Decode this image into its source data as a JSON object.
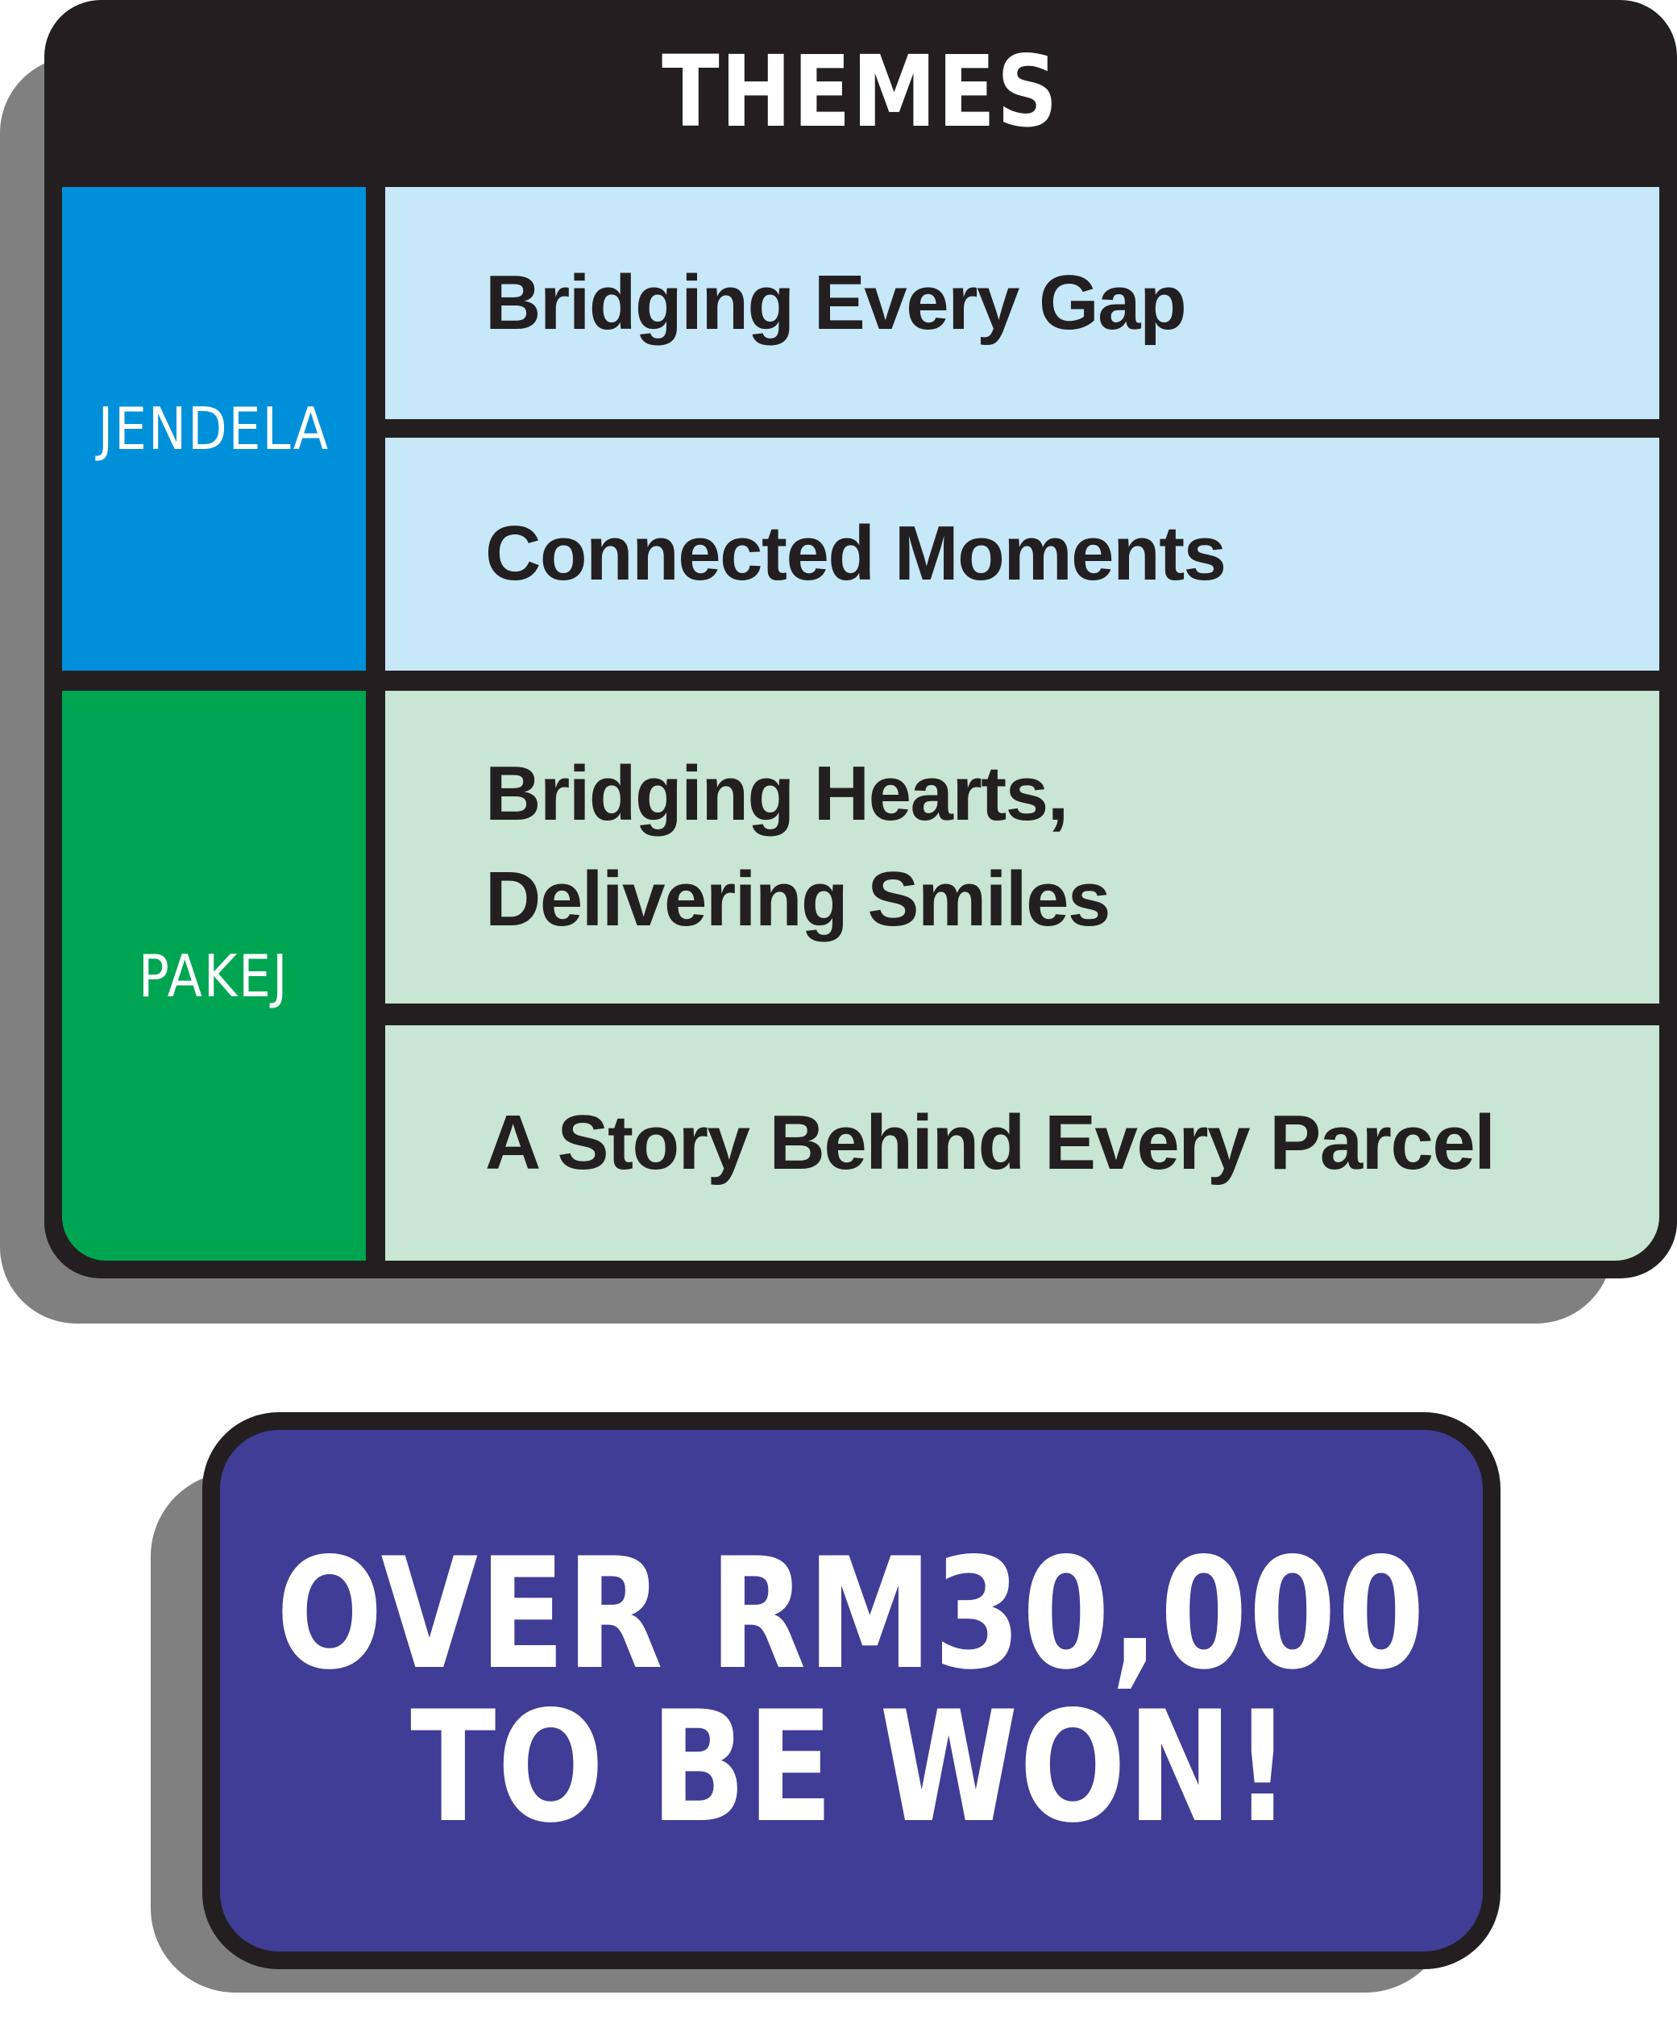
{
  "themes": {
    "title": "THEMES",
    "categories": [
      {
        "name": "JENDELA",
        "color": "#0090d9",
        "row_color": "#c6e8f8",
        "items": [
          "Bridging Every Gap",
          "Connected Moments"
        ]
      },
      {
        "name": "PAKEJ",
        "color": "#00a551",
        "row_color": "#c9e5d4",
        "items": [
          "Bridging Hearts,\nDelivering Smiles",
          "A Story Behind Every Parcel"
        ]
      }
    ]
  },
  "prize": {
    "line1": "OVER RM30,000",
    "line2": "TO BE WON!",
    "color": "#3f3d95"
  },
  "colors": {
    "border": "#231f20",
    "shadow": "#808080"
  }
}
